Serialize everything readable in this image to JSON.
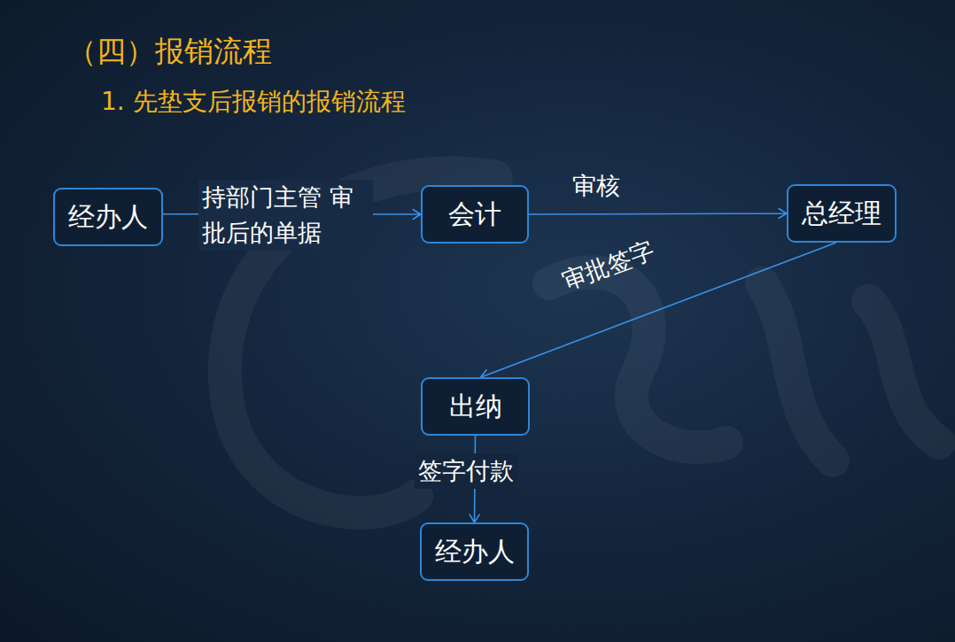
{
  "diagram": {
    "title": "（四）报销流程",
    "nodes": [
      {
        "text": [
          "经办人"
        ]
      },
      {
        "text": [
          "会计"
        ]
      },
      {
        "text": [
          "总经理"
        ]
      },
      {
        "text": [
          "出纳"
        ]
      },
      {
        "text": [
          "经办人"
        ]
      }
    ],
    "edges": [
      {
        "from": 0,
        "to": 1,
        "label": "持部门主管 审批后的单据",
        "arrow": "to"
      },
      {
        "from": 1,
        "to": 2,
        "label": "审核",
        "arrow": "to"
      },
      {
        "from": 2,
        "to": 3,
        "label": "审批签字",
        "arrow": "to"
      },
      {
        "from": 3,
        "to": 4,
        "label": "签字付款",
        "arrow": "to"
      }
    ],
    "labels": [
      "1. 先垫支后报销的报销流程"
    ]
  }
}
